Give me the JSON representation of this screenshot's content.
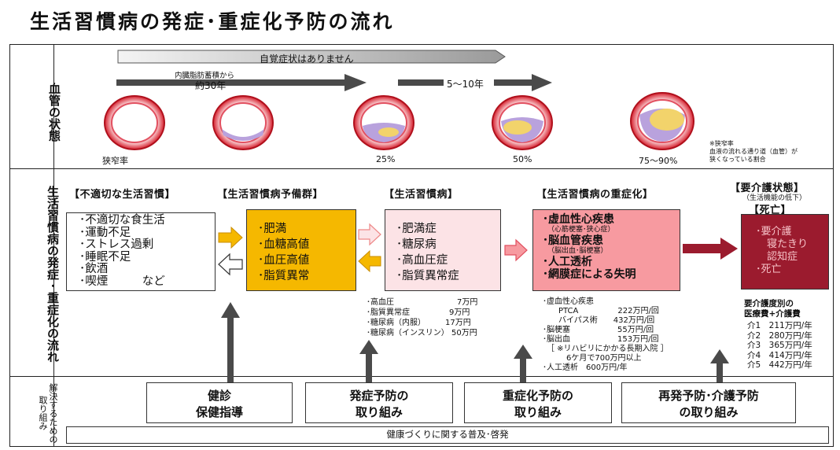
{
  "title": "生活習慣病の発症･重症化予防の流れ",
  "row_labels": {
    "vessel": "血管の状態",
    "flow": "生活習慣病の発症･重症化の流れ",
    "solution": "解決するための取り組み"
  },
  "vessel": {
    "no_symptoms": "自覚症状はありません",
    "visceral_fat_from": "内臓脂肪蓄積から",
    "about_30_years": "約30年",
    "five_to_ten_years": "5～10年",
    "stenosis_label": "狭窄率",
    "pct_25": "25%",
    "pct_50": "50%",
    "pct_75_90": "75～90%",
    "note": "※狭窄率\n血液の流れる通り道（血管）が\n狭くなっている割合"
  },
  "categories": {
    "bad_habits": "【不適切な生活習慣】",
    "pre_group": "【生活習慣病予備群】",
    "disease": "【生活習慣病】",
    "severe": "【生活習慣病の重症化】",
    "care": "【要介護状態】",
    "care_sub": "（生活機能の低下）",
    "death": "【死亡】"
  },
  "boxes": {
    "bad_habits": [
      "･不適切な食生活",
      "･運動不足",
      "･ストレス過剰",
      "･睡眠不足",
      "･飲酒",
      "･喫煙　　　など"
    ],
    "pre_group": [
      "･肥満",
      "･血糖高値",
      "･血圧高値",
      "･脂質異常"
    ],
    "disease": [
      "･肥満症",
      "･糖尿病",
      "･高血圧症",
      "･脂質異常症"
    ],
    "severe": {
      "l1": "･虚血性心疾患",
      "l1s": "（心筋梗塞･狭心症）",
      "l2": "･脳血管疾患",
      "l2s": "（脳出血･脳梗塞）",
      "l3": "･人工透析",
      "l4": "･網膜症による失明"
    },
    "care": [
      "･要介護",
      "寝たきり",
      "認知症",
      "･死亡"
    ]
  },
  "costs": {
    "disease": "･高血圧　　　　　　　　7万円\n･脂質異常症　　　　　9万円\n･糖尿病（内服）　　　17万円\n･糖尿病（インスリン） 50万円",
    "severe": "･虚血性心疾患\n　　PTCA　　　　　222万円/回\n　　バイパス術　　432万円/回\n･脳梗塞　　　　　　55万円/回\n･脳出血　　　　　　153万円/回\n　［ ※リハビリにかかる長期入院 ］\n　　　6ケ月で700万円以上\n･人工透析　600万円/年",
    "care_title": "要介護度別の\n医療費+介護費",
    "care": "介1　211万円/年\n介2　280万円/年\n介3　365万円/年\n介4　414万円/年\n介5　442万円/年"
  },
  "solutions": {
    "s1": [
      "健診",
      "保健指導"
    ],
    "s2": [
      "発症予防の",
      "取り組み"
    ],
    "s3": [
      "重症化予防の",
      "取り組み"
    ],
    "s4": [
      "再発予防･介護予防",
      "の取り組み"
    ],
    "bottom": "健康づくりに関する普及･啓発"
  },
  "colors": {
    "orange_box": "#f5b800",
    "pink_box": "#fce3e6",
    "salmon_box": "#f79aa0",
    "dark_red_box": "#9b1b2e",
    "arrow_gray": "#4a4a4a",
    "orange_arrow": "#f5b800",
    "pink_arrow": "#f4a9b2",
    "dark_red_arrow": "#9b1b2e",
    "vessel_red": "#e0323f"
  }
}
